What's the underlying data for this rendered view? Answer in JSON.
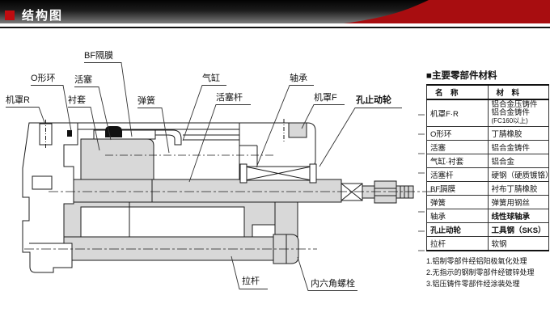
{
  "header": {
    "title": "结构图"
  },
  "diagram": {
    "labels": [
      {
        "text": "BF隔膜"
      },
      {
        "text": "O形环"
      },
      {
        "text": "活塞"
      },
      {
        "text": "机罩R"
      },
      {
        "text": "衬套"
      },
      {
        "text": "弹簧"
      },
      {
        "text": "气缸"
      },
      {
        "text": "活塞杆"
      },
      {
        "text": "轴承"
      },
      {
        "text": "机罩F"
      },
      {
        "text": "孔止动轮"
      },
      {
        "text": "拉杆"
      },
      {
        "text": "内六角螺栓"
      }
    ]
  },
  "table": {
    "title": "■主要零部件材料",
    "columns": [
      "名　称",
      "材　料"
    ],
    "rows": [
      {
        "name": "机罩F·R",
        "material_lines": [
          "铝合金压铸件",
          "铝合金铸件",
          "(FC160以上)"
        ]
      },
      {
        "name": "O形环",
        "material": "丁腈橡胶"
      },
      {
        "name": "活塞",
        "material": "铝合金铸件"
      },
      {
        "name": "气缸·衬套",
        "material": "铝合金"
      },
      {
        "name": "活塞杆",
        "material": "硬钢（硬质镀铬）"
      },
      {
        "name": "BF隔膜",
        "material": "衬布丁腈橡胶"
      },
      {
        "name": "弹簧",
        "material": "弹簧用钢丝"
      },
      {
        "name": "轴承",
        "material": "线性球轴承"
      },
      {
        "name": "孔止动轮",
        "material": "工具钢（SKS）"
      },
      {
        "name": "拉杆",
        "material": "软钢"
      }
    ],
    "notes": [
      "1.铝制零部件经铝阳极氧化处理",
      "2.无指示的钢制零部件经镀锌处理",
      "3.铝压铸件零部件经涂装处理"
    ]
  },
  "colors": {
    "accent_red": "#a80d10",
    "line": "#1c1c1c",
    "fill_gray": "#d8d8d8"
  }
}
